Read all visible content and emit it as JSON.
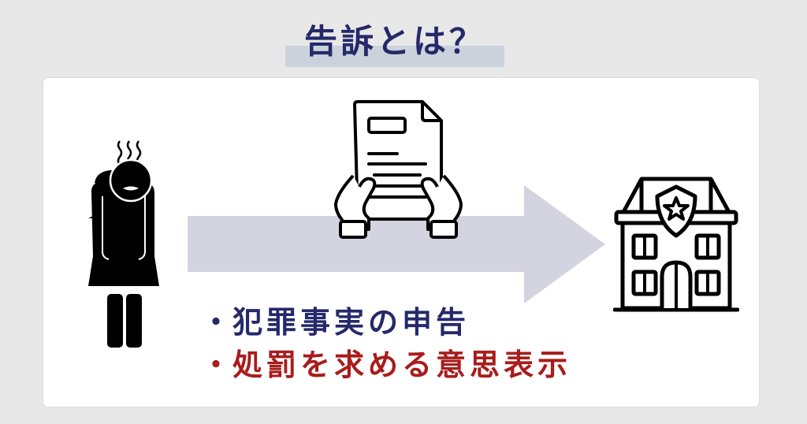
{
  "title": {
    "text": "告訴とは？",
    "color": "#25296a",
    "band_color": "#cbd2dc"
  },
  "diagram": {
    "left_icon": "distressed-woman-icon",
    "center_icon": "hands-holding-document-icon",
    "right_icon": "police-station-icon",
    "arrow_color": "#d4d4e0",
    "arrow_direction": "right"
  },
  "bullets": [
    {
      "marker": "・",
      "text": "犯罪事実の申告",
      "color": "#25296a"
    },
    {
      "marker": "・",
      "text": "処罰を求める意思表示",
      "color": "#a81c1c"
    }
  ]
}
